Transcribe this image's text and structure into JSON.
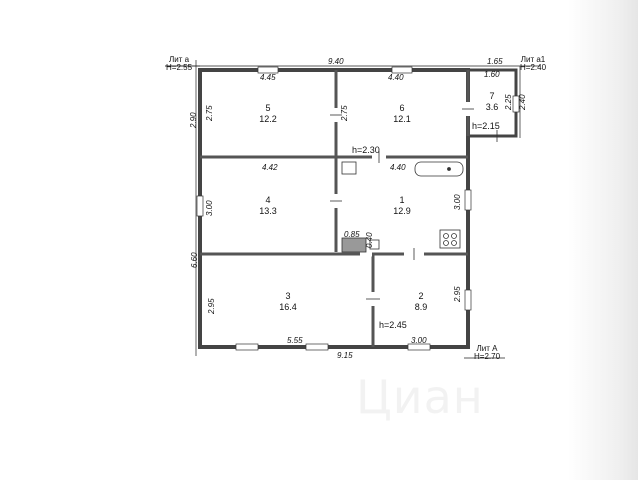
{
  "blocks": {
    "lit_a": {
      "name": "Лит а",
      "height": "H=2.55"
    },
    "lit_a1": {
      "name": "Лит а1",
      "height": "H=2.40"
    },
    "lit_A": {
      "name": "Лит А",
      "height": "H=2.70"
    }
  },
  "rooms": [
    {
      "no": "1",
      "area": "12.9"
    },
    {
      "no": "2",
      "area": "8.9"
    },
    {
      "no": "3",
      "area": "16.4"
    },
    {
      "no": "4",
      "area": "13.3"
    },
    {
      "no": "5",
      "area": "12.2"
    },
    {
      "no": "6",
      "area": "12.1"
    },
    {
      "no": "7",
      "area": "3.6"
    }
  ],
  "dimensions": {
    "top_total": "9.40",
    "room5_top": "4.45",
    "room6_top": "4.40",
    "lit_a1_outer": "1.65",
    "room7_top": "1.60",
    "left_upper_outer": "2.90",
    "room5_side": "2.75",
    "room6_side": "2.75",
    "room7_side": "2.25",
    "lit_a1_side": "2.40",
    "room4_top": "4.42",
    "room1_top": "4.40",
    "room4_side": "3.00",
    "room1_side": "3.00",
    "left_lower_outer": "6.60",
    "closet_w": "0.85",
    "closet_h": "0.40",
    "room3_side": "2.95",
    "room2_side": "2.95",
    "room3_bottom": "5.55",
    "room2_bottom": "3.00",
    "bottom_total": "9.15"
  },
  "heights": {
    "h_room1": "h=2.30",
    "h_room7": "h=2.15",
    "h_room2": "h=2.45"
  },
  "watermark": "Циан"
}
